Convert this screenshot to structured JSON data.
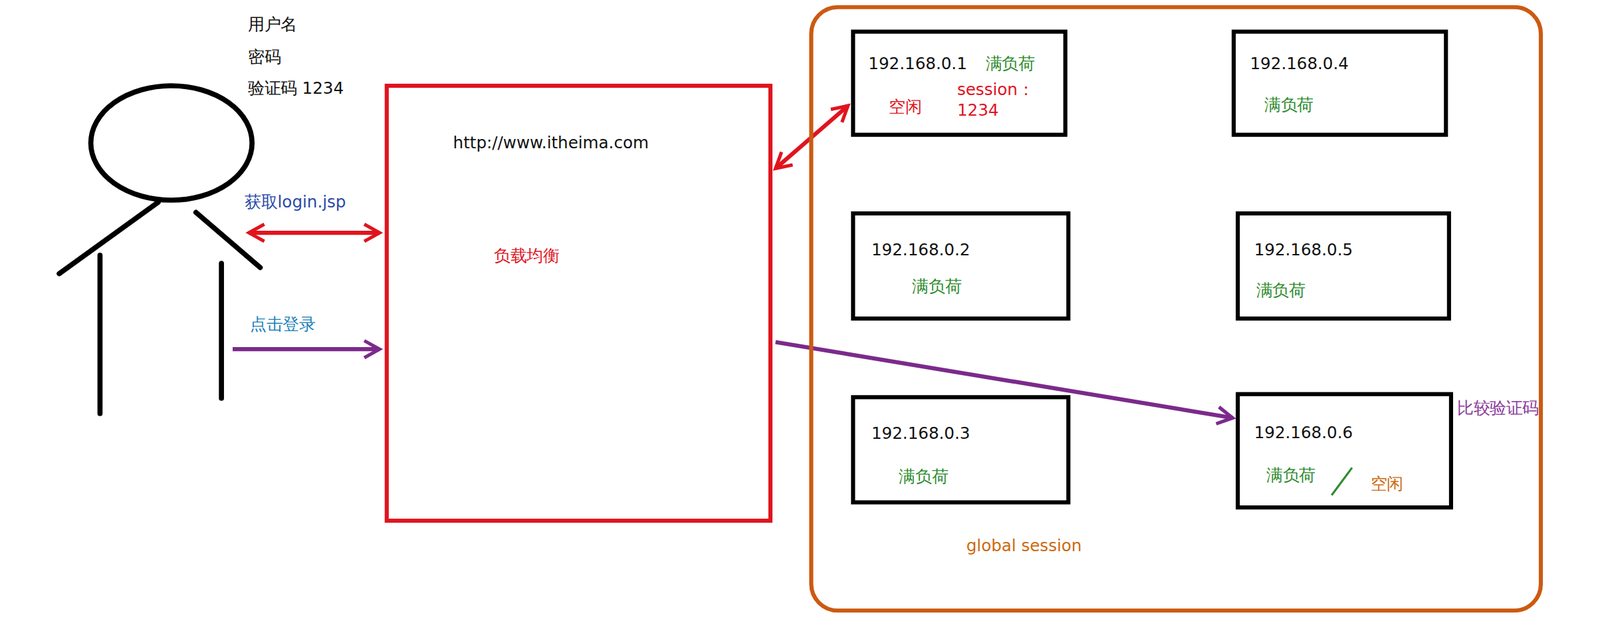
{
  "diagram": {
    "nodes": [
      {
        "text": [
          "http://www.itheima.com",
          "负载均衡"
        ]
      },
      {
        "text": [
          "global session"
        ]
      },
      {
        "text": [
          "192.168.0.1",
          "满负荷",
          "session： 1234",
          "空闲"
        ],
        "in": 1
      },
      {
        "text": [
          "192.168.0.4",
          "满负荷"
        ],
        "in": 1
      },
      {
        "text": [
          "192.168.0.2",
          "满负荷"
        ],
        "in": 1
      },
      {
        "text": [
          "192.168.0.5",
          "满负荷"
        ],
        "in": 1
      },
      {
        "text": [
          "192.168.0.3",
          "满负荷"
        ],
        "in": 1
      },
      {
        "text": [
          "192.168.0.6",
          "满负荷",
          "空闲"
        ],
        "in": 1
      }
    ],
    "edges": [
      {
        "from": 0,
        "to": 2,
        "arrow": "both"
      },
      {
        "from": 0,
        "to": 7,
        "arrow": "to"
      }
    ],
    "labels": [
      "用户名",
      "密码",
      "验证码 1234",
      "获取login.jsp",
      "点击登录",
      "比较验证码"
    ]
  }
}
